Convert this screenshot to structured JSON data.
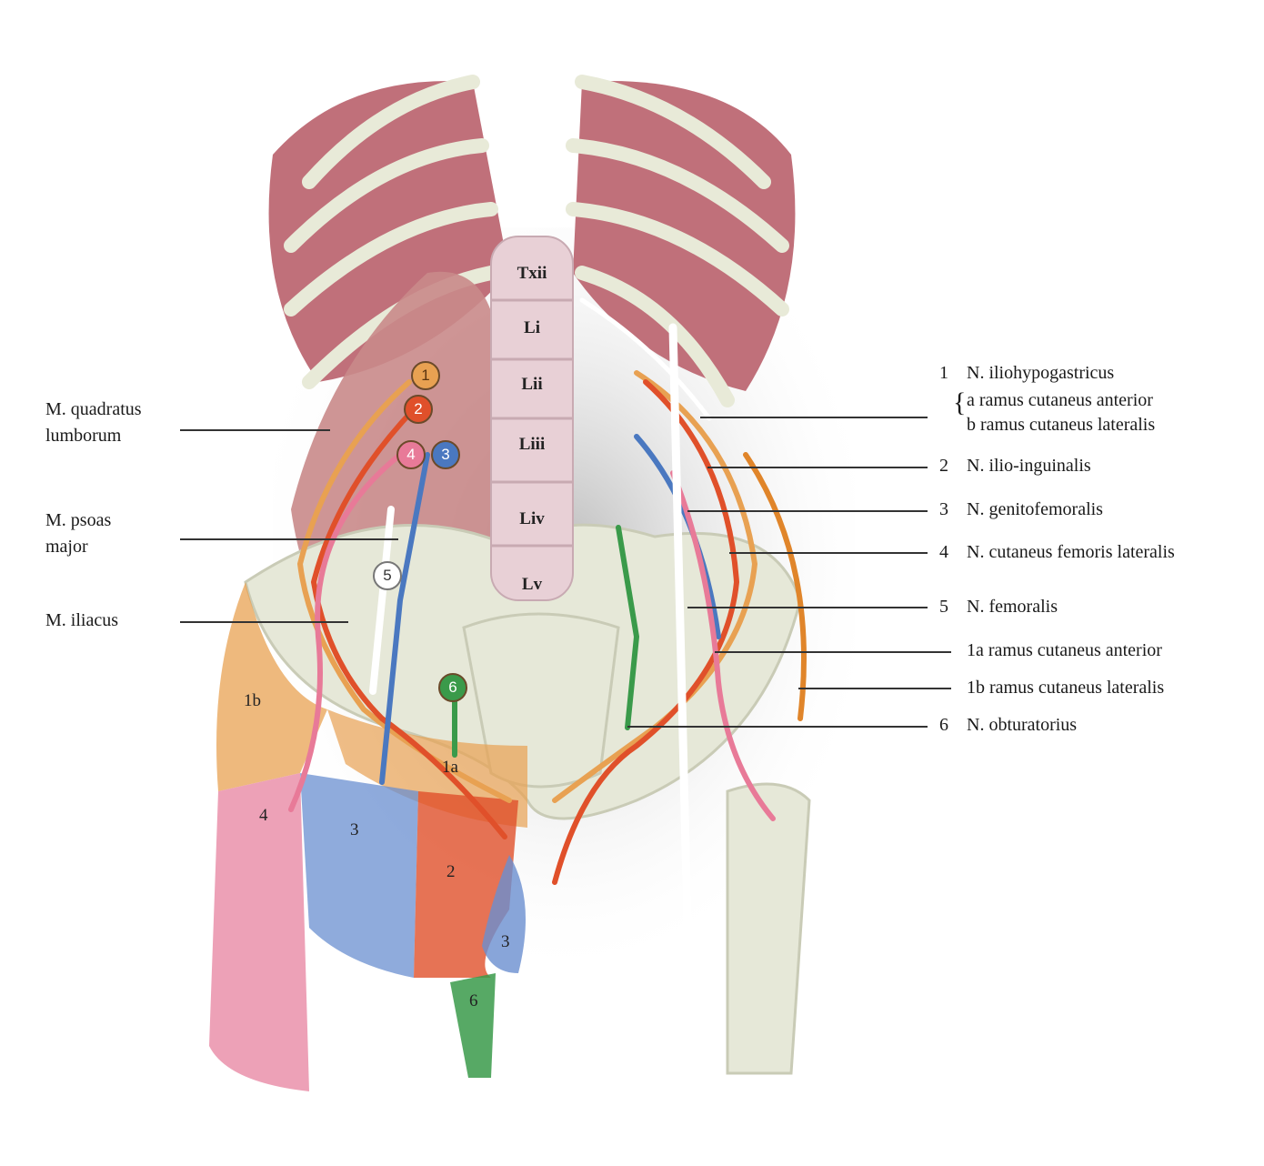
{
  "left_labels": {
    "quadratus": [
      "M. quadratus",
      "lumborum"
    ],
    "psoas": [
      "M. psoas",
      "major"
    ],
    "iliacus": "M. iliacus"
  },
  "vertebrae": [
    "Txii",
    "Li",
    "Lii",
    "Liii",
    "Liv",
    "Lv"
  ],
  "badges": [
    "1",
    "2",
    "3",
    "4",
    "5",
    "6"
  ],
  "zones": [
    "1b",
    "1a",
    "4",
    "3",
    "2",
    "3",
    "6"
  ],
  "legend": [
    {
      "num": "1",
      "text": "N. iliohypogastricus"
    },
    {
      "num": "",
      "text": "a ramus cutaneus anterior"
    },
    {
      "num": "",
      "text": "b ramus cutaneus lateralis"
    },
    {
      "num": "2",
      "text": "N. ilio-inguinalis"
    },
    {
      "num": "3",
      "text": "N. genitofemoralis"
    },
    {
      "num": "4",
      "text": "N. cutaneus femoris lateralis"
    },
    {
      "num": "5",
      "text": "N. femoralis"
    },
    {
      "num": "",
      "text": "1a ramus cutaneus anterior"
    },
    {
      "num": "",
      "text": "1b ramus cutaneus lateralis"
    },
    {
      "num": "6",
      "text": "N. obturatorius"
    }
  ],
  "colors": {
    "n1": "#e8a152",
    "n2": "#e0502a",
    "n3": "#4a78c0",
    "n4": "#e87a98",
    "n5": "#ffffff",
    "n6": "#3a9a4a",
    "muscle": "#c98a8a",
    "bone": "#e6e8d8"
  }
}
